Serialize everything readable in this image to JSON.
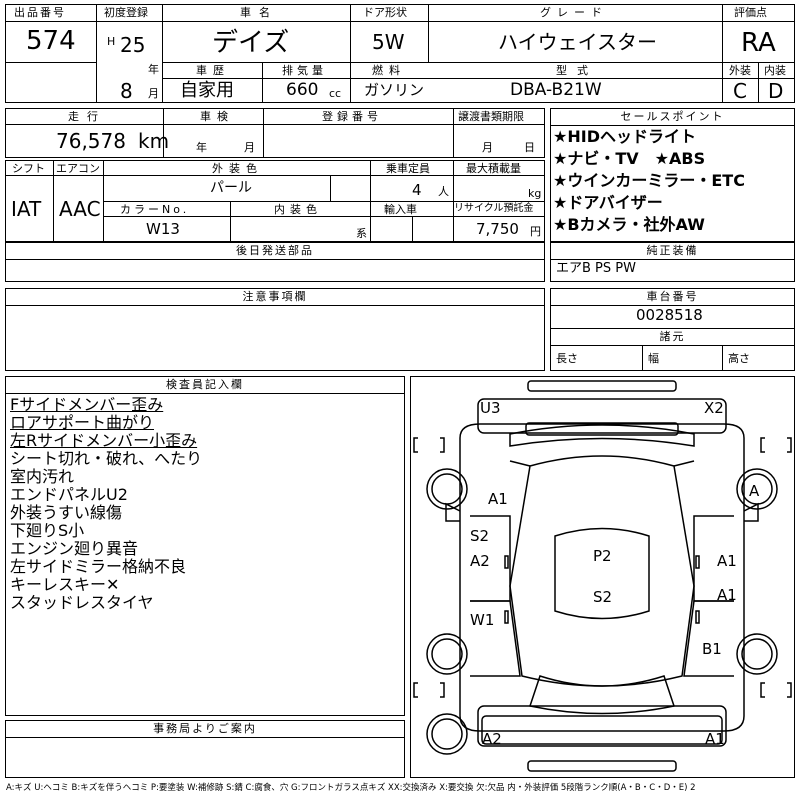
{
  "header": {
    "lot_label": "出品番号",
    "lot_no": "574",
    "first_reg_label": "初度登録",
    "era": "H",
    "year": "25",
    "year_unit": "年",
    "month": "8",
    "month_unit": "月",
    "car_name_label": "車名",
    "car_name": "デイズ",
    "door_label": "ドア形状",
    "door": "5W",
    "grade_label": "グレード",
    "grade": "ハイウェイスター",
    "score_label": "評価点",
    "score": "RA",
    "history_label": "車歴",
    "history": "自家用",
    "displacement_label": "排気量",
    "displacement": "660",
    "cc": "cc",
    "fuel_label": "燃料",
    "fuel": "ガソリン",
    "model_label": "型式",
    "model": "DBA-B21W",
    "exterior_label": "外装",
    "exterior": "C",
    "interior_label": "内装",
    "interior": "D"
  },
  "row2": {
    "mileage_label": "走行",
    "mileage": "76,578",
    "km": "km",
    "inspection_label": "車検",
    "year_unit": "年",
    "month_unit": "月",
    "plate_label": "登録番号",
    "transfer_label": "譲渡書類期限",
    "month_unit2": "月",
    "day_unit": "日"
  },
  "row3": {
    "shift_label": "シフト",
    "shift": "IAT",
    "ac_label": "エアコン",
    "ac": "AAC",
    "color_label": "外装色",
    "color": "パール",
    "capacity_label": "乗車定員",
    "capacity": "4",
    "capacity_unit": "人",
    "load_label": "最大積載量",
    "load_unit": "kg",
    "color_no_label": "カラーNo.",
    "color_no": "W13",
    "interior_color_label": "内装色",
    "interior_color_unit": "系",
    "import_label": "輸入車",
    "recycle_label": "リサイクル預託金",
    "recycle": "7,750",
    "recycle_unit": "円"
  },
  "sales_points": {
    "label": "セールスポイント",
    "items": [
      "★HIDヘッドライト",
      "★ナビ・TV　★ABS",
      "★ウインカーミラー・ETC",
      "★ドアバイザー",
      "★Bカメラ・社外AW"
    ]
  },
  "later_parts_label": "後日発送部品",
  "equipment": {
    "label": "純正装備",
    "value": "エアB PS PW"
  },
  "notes_label": "注意事項欄",
  "chassis": {
    "label": "車台番号",
    "value": "0028518",
    "dims_label": "諸元",
    "length": "長さ",
    "width": "幅",
    "height": "高さ"
  },
  "inspector": {
    "label": "検査員記入欄",
    "lines": [
      {
        "text": "Fサイドメンバー歪み",
        "underline": true
      },
      {
        "text": "ロアサポート曲がり",
        "underline": true
      },
      {
        "text": "左Rサイドメンバー小歪み",
        "underline": true
      },
      {
        "text": "シート切れ・破れ、へたり",
        "underline": false
      },
      {
        "text": "室内汚れ",
        "underline": false
      },
      {
        "text": "エンドパネルU2",
        "underline": false
      },
      {
        "text": "外装うすい線傷",
        "underline": false
      },
      {
        "text": "下廻りS小",
        "underline": false
      },
      {
        "text": "エンジン廻り異音",
        "underline": false
      },
      {
        "text": "左サイドミラー格納不良",
        "underline": false
      },
      {
        "text": "キーレスキー✕",
        "underline": false
      },
      {
        "text": "スタッドレスタイヤ",
        "underline": false
      }
    ]
  },
  "office_label": "事務局よりご案内",
  "diagram": {
    "marks": {
      "front_left": "U3",
      "front_right": "X2",
      "left_front_fender": "A1",
      "right_front_tire": "A",
      "left_front_door_1": "S2",
      "left_front_door_2": "A2",
      "roof_1": "P2",
      "roof_2": "S2",
      "right_front_door": "A1",
      "right_rear_door": "A1",
      "left_rear_door": "W1",
      "right_rear_fender": "B1",
      "rear_left": "A2",
      "rear_right": "A1"
    }
  },
  "legend": "A:キズ U:ヘコミ B:キズを伴うヘコミ P:要塗装 W:補修跡 S:錆 C:腐食、穴 G:フロントガラス点キズ XX:交換済み X:要交換 欠:欠品 内・外装評価 5段階ランク順(A・B・C・D・E) 2"
}
